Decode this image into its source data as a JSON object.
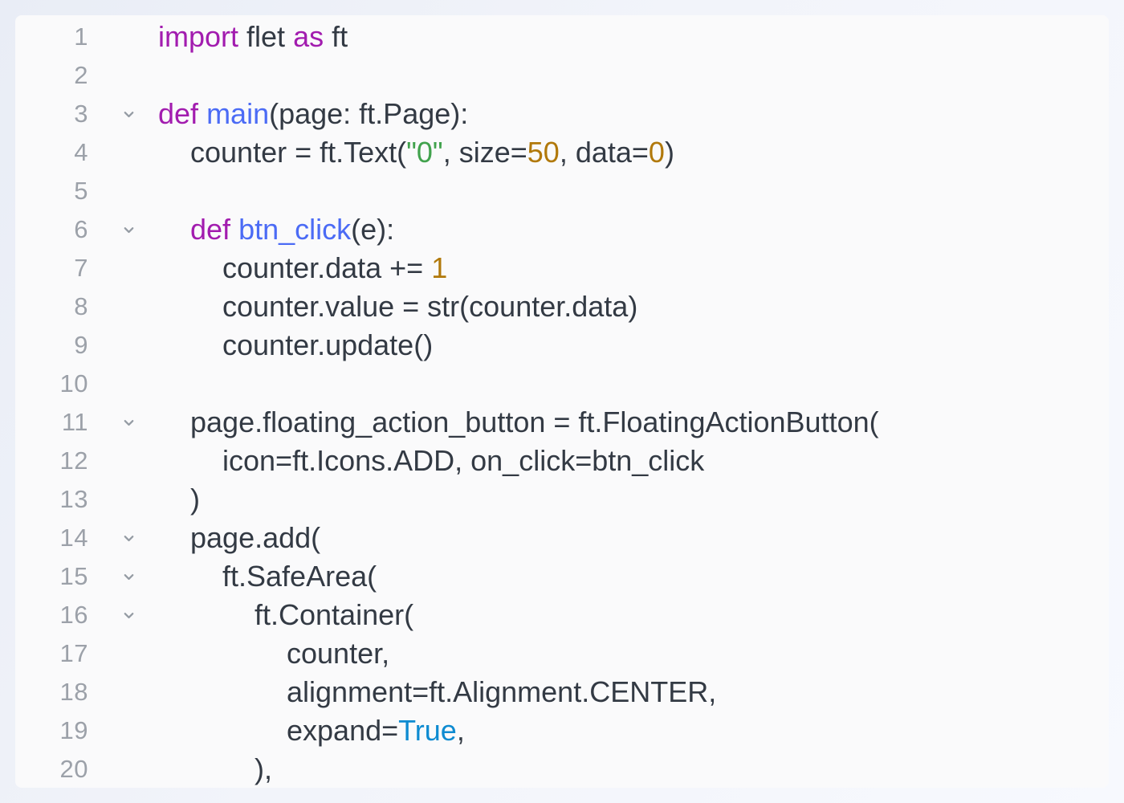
{
  "editor": {
    "ui_colors": {
      "outer_background_start": "#E9EDF6",
      "outer_background_mid": "#F2F4FA",
      "outer_background_end": "#F7F9FE",
      "panel_background": "#FAFAFB",
      "line_number": "#9CA1A9",
      "fold_icon": "#949BA3"
    },
    "token_colors": {
      "plain": "#333A44",
      "keyword": "#A21CAF",
      "function": "#4B6BF5",
      "string": "#41A24D",
      "number": "#B1790B",
      "boolean": "#0E8BD1"
    },
    "fold_icon_name": "chevron-down-icon",
    "lines": [
      {
        "number": 1,
        "foldable": false,
        "indent": 0,
        "tokens": [
          {
            "t": "import",
            "c": "keyword"
          },
          {
            "t": " flet ",
            "c": "plain"
          },
          {
            "t": "as",
            "c": "keyword"
          },
          {
            "t": " ft",
            "c": "plain"
          }
        ]
      },
      {
        "number": 2,
        "foldable": false,
        "indent": 0,
        "tokens": []
      },
      {
        "number": 3,
        "foldable": true,
        "indent": 0,
        "tokens": [
          {
            "t": "def",
            "c": "keyword"
          },
          {
            "t": " ",
            "c": "plain"
          },
          {
            "t": "main",
            "c": "function"
          },
          {
            "t": "(page: ft.Page):",
            "c": "plain"
          }
        ]
      },
      {
        "number": 4,
        "foldable": false,
        "indent": 4,
        "tokens": [
          {
            "t": "counter = ft.Text(",
            "c": "plain"
          },
          {
            "t": "\"0\"",
            "c": "string"
          },
          {
            "t": ", size=",
            "c": "plain"
          },
          {
            "t": "50",
            "c": "number"
          },
          {
            "t": ", data=",
            "c": "plain"
          },
          {
            "t": "0",
            "c": "number"
          },
          {
            "t": ")",
            "c": "plain"
          }
        ]
      },
      {
        "number": 5,
        "foldable": false,
        "indent": 0,
        "tokens": []
      },
      {
        "number": 6,
        "foldable": true,
        "indent": 4,
        "tokens": [
          {
            "t": "def",
            "c": "keyword"
          },
          {
            "t": " ",
            "c": "plain"
          },
          {
            "t": "btn_click",
            "c": "function"
          },
          {
            "t": "(e):",
            "c": "plain"
          }
        ]
      },
      {
        "number": 7,
        "foldable": false,
        "indent": 8,
        "tokens": [
          {
            "t": "counter.data += ",
            "c": "plain"
          },
          {
            "t": "1",
            "c": "number"
          }
        ]
      },
      {
        "number": 8,
        "foldable": false,
        "indent": 8,
        "tokens": [
          {
            "t": "counter.value = str(counter.data)",
            "c": "plain"
          }
        ]
      },
      {
        "number": 9,
        "foldable": false,
        "indent": 8,
        "tokens": [
          {
            "t": "counter.update()",
            "c": "plain"
          }
        ]
      },
      {
        "number": 10,
        "foldable": false,
        "indent": 0,
        "tokens": []
      },
      {
        "number": 11,
        "foldable": true,
        "indent": 4,
        "tokens": [
          {
            "t": "page.floating_action_button = ft.FloatingActionButton(",
            "c": "plain"
          }
        ]
      },
      {
        "number": 12,
        "foldable": false,
        "indent": 8,
        "tokens": [
          {
            "t": "icon=ft.Icons.ADD, on_click=btn_click",
            "c": "plain"
          }
        ]
      },
      {
        "number": 13,
        "foldable": false,
        "indent": 4,
        "tokens": [
          {
            "t": ")",
            "c": "plain"
          }
        ]
      },
      {
        "number": 14,
        "foldable": true,
        "indent": 4,
        "tokens": [
          {
            "t": "page.add(",
            "c": "plain"
          }
        ]
      },
      {
        "number": 15,
        "foldable": true,
        "indent": 8,
        "tokens": [
          {
            "t": "ft.SafeArea(",
            "c": "plain"
          }
        ]
      },
      {
        "number": 16,
        "foldable": true,
        "indent": 12,
        "tokens": [
          {
            "t": "ft.Container(",
            "c": "plain"
          }
        ]
      },
      {
        "number": 17,
        "foldable": false,
        "indent": 16,
        "tokens": [
          {
            "t": "counter,",
            "c": "plain"
          }
        ]
      },
      {
        "number": 18,
        "foldable": false,
        "indent": 16,
        "tokens": [
          {
            "t": "alignment=ft.Alignment.CENTER,",
            "c": "plain"
          }
        ]
      },
      {
        "number": 19,
        "foldable": false,
        "indent": 16,
        "tokens": [
          {
            "t": "expand=",
            "c": "plain"
          },
          {
            "t": "True",
            "c": "boolean"
          },
          {
            "t": ",",
            "c": "plain"
          }
        ]
      },
      {
        "number": 20,
        "foldable": false,
        "indent": 12,
        "tokens": [
          {
            "t": "),",
            "c": "plain"
          }
        ]
      }
    ]
  }
}
